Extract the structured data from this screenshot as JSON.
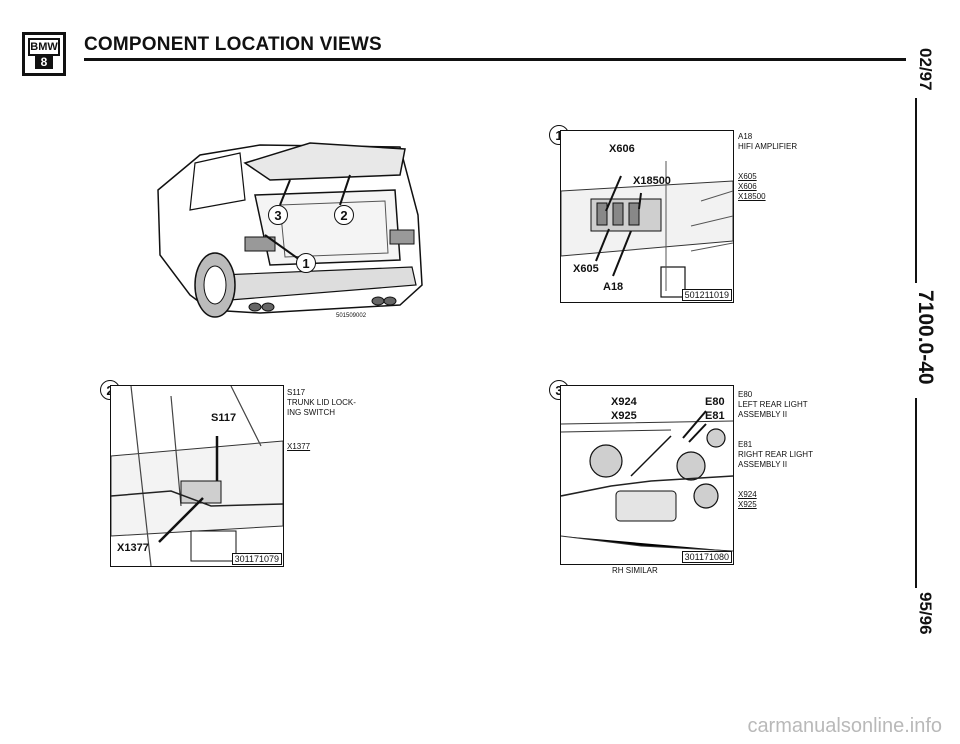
{
  "header": {
    "logo_top": "BMW",
    "logo_bottom": "8",
    "title": "COMPONENT LOCATION VIEWS"
  },
  "overview": {
    "code": "501509002",
    "callouts": [
      "3",
      "2",
      "1"
    ]
  },
  "view1": {
    "number": "1",
    "callouts": [
      "X606",
      "X18500",
      "X605",
      "A18"
    ],
    "part_number": "501211019",
    "legend": [
      {
        "code": "A18",
        "desc": "HIFI AMPLIFIER"
      },
      {
        "code": "X605",
        "desc": ""
      },
      {
        "code": "X606",
        "desc": ""
      },
      {
        "code": "X18500",
        "desc": ""
      }
    ]
  },
  "view2": {
    "number": "2",
    "callouts": [
      "S117",
      "X1377"
    ],
    "part_number": "301171079",
    "legend": [
      {
        "code": "S117",
        "desc": "TRUNK LID LOCK-ING SWITCH"
      },
      {
        "code": "X1377",
        "desc": ""
      }
    ]
  },
  "view3": {
    "number": "3",
    "callouts": [
      "X924",
      "X925",
      "E80",
      "E81"
    ],
    "part_number": "301171080",
    "caption": "RH SIMILAR",
    "legend": [
      {
        "code": "E80",
        "desc": "LEFT REAR LIGHT ASSEMBLY II"
      },
      {
        "code": "E81",
        "desc": "RIGHT REAR LIGHT ASSEMBLY II"
      },
      {
        "code": "X924",
        "desc": ""
      },
      {
        "code": "X925",
        "desc": ""
      }
    ]
  },
  "side": {
    "date": "02/97",
    "page": "7100.0-40",
    "model_years": "95/96"
  },
  "footer": {
    "watermark": "carmanualsonline.info"
  }
}
